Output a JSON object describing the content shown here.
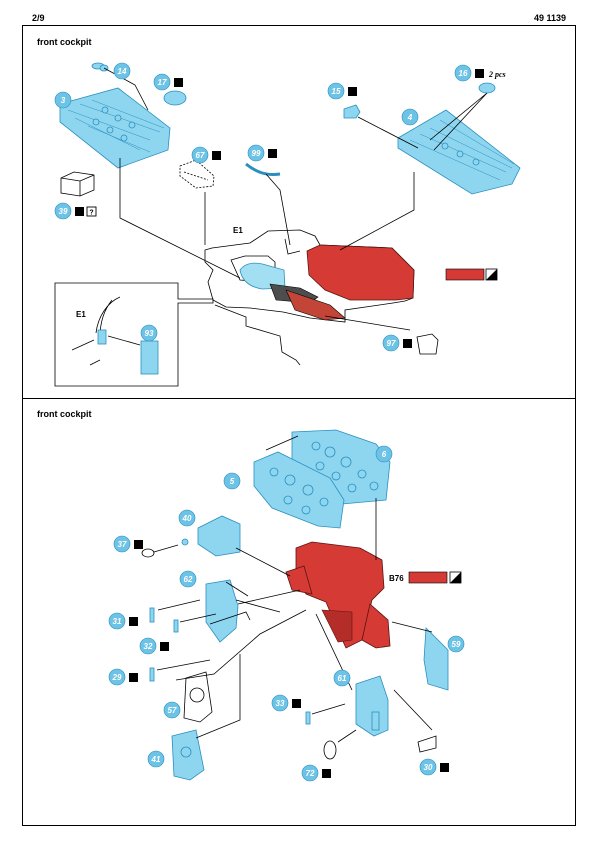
{
  "header": {
    "page": "2/9",
    "code": "49 1139"
  },
  "top_panel": {
    "title": "front cockpit",
    "inset_ref": "E1",
    "main_ref": "E1",
    "parts": {
      "p14": "14",
      "p17": "17",
      "p3": "3",
      "p39": "39",
      "p67": "67",
      "p99": "99",
      "p15": "15",
      "p16": "16",
      "p4": "4",
      "p93": "93",
      "p97": "97"
    },
    "qty_16": "2 pcs",
    "question_mark": "?",
    "colors": {
      "pe": "#8ed6f0",
      "red": "#d63a35",
      "callout": "#6cc3e5"
    }
  },
  "bottom_panel": {
    "title": "front cockpit",
    "color_ref": "B76",
    "parts": {
      "p6": "6",
      "p5": "5",
      "p40": "40",
      "p37": "37",
      "p62": "62",
      "p31": "31",
      "p32a": "32",
      "p29": "29",
      "p57": "57",
      "p41": "41",
      "p59": "59",
      "p61": "61",
      "p33": "33",
      "p72": "72",
      "p30": "30"
    }
  },
  "icons": [
    "check-icon",
    "question-icon",
    "color-chip-icon"
  ]
}
